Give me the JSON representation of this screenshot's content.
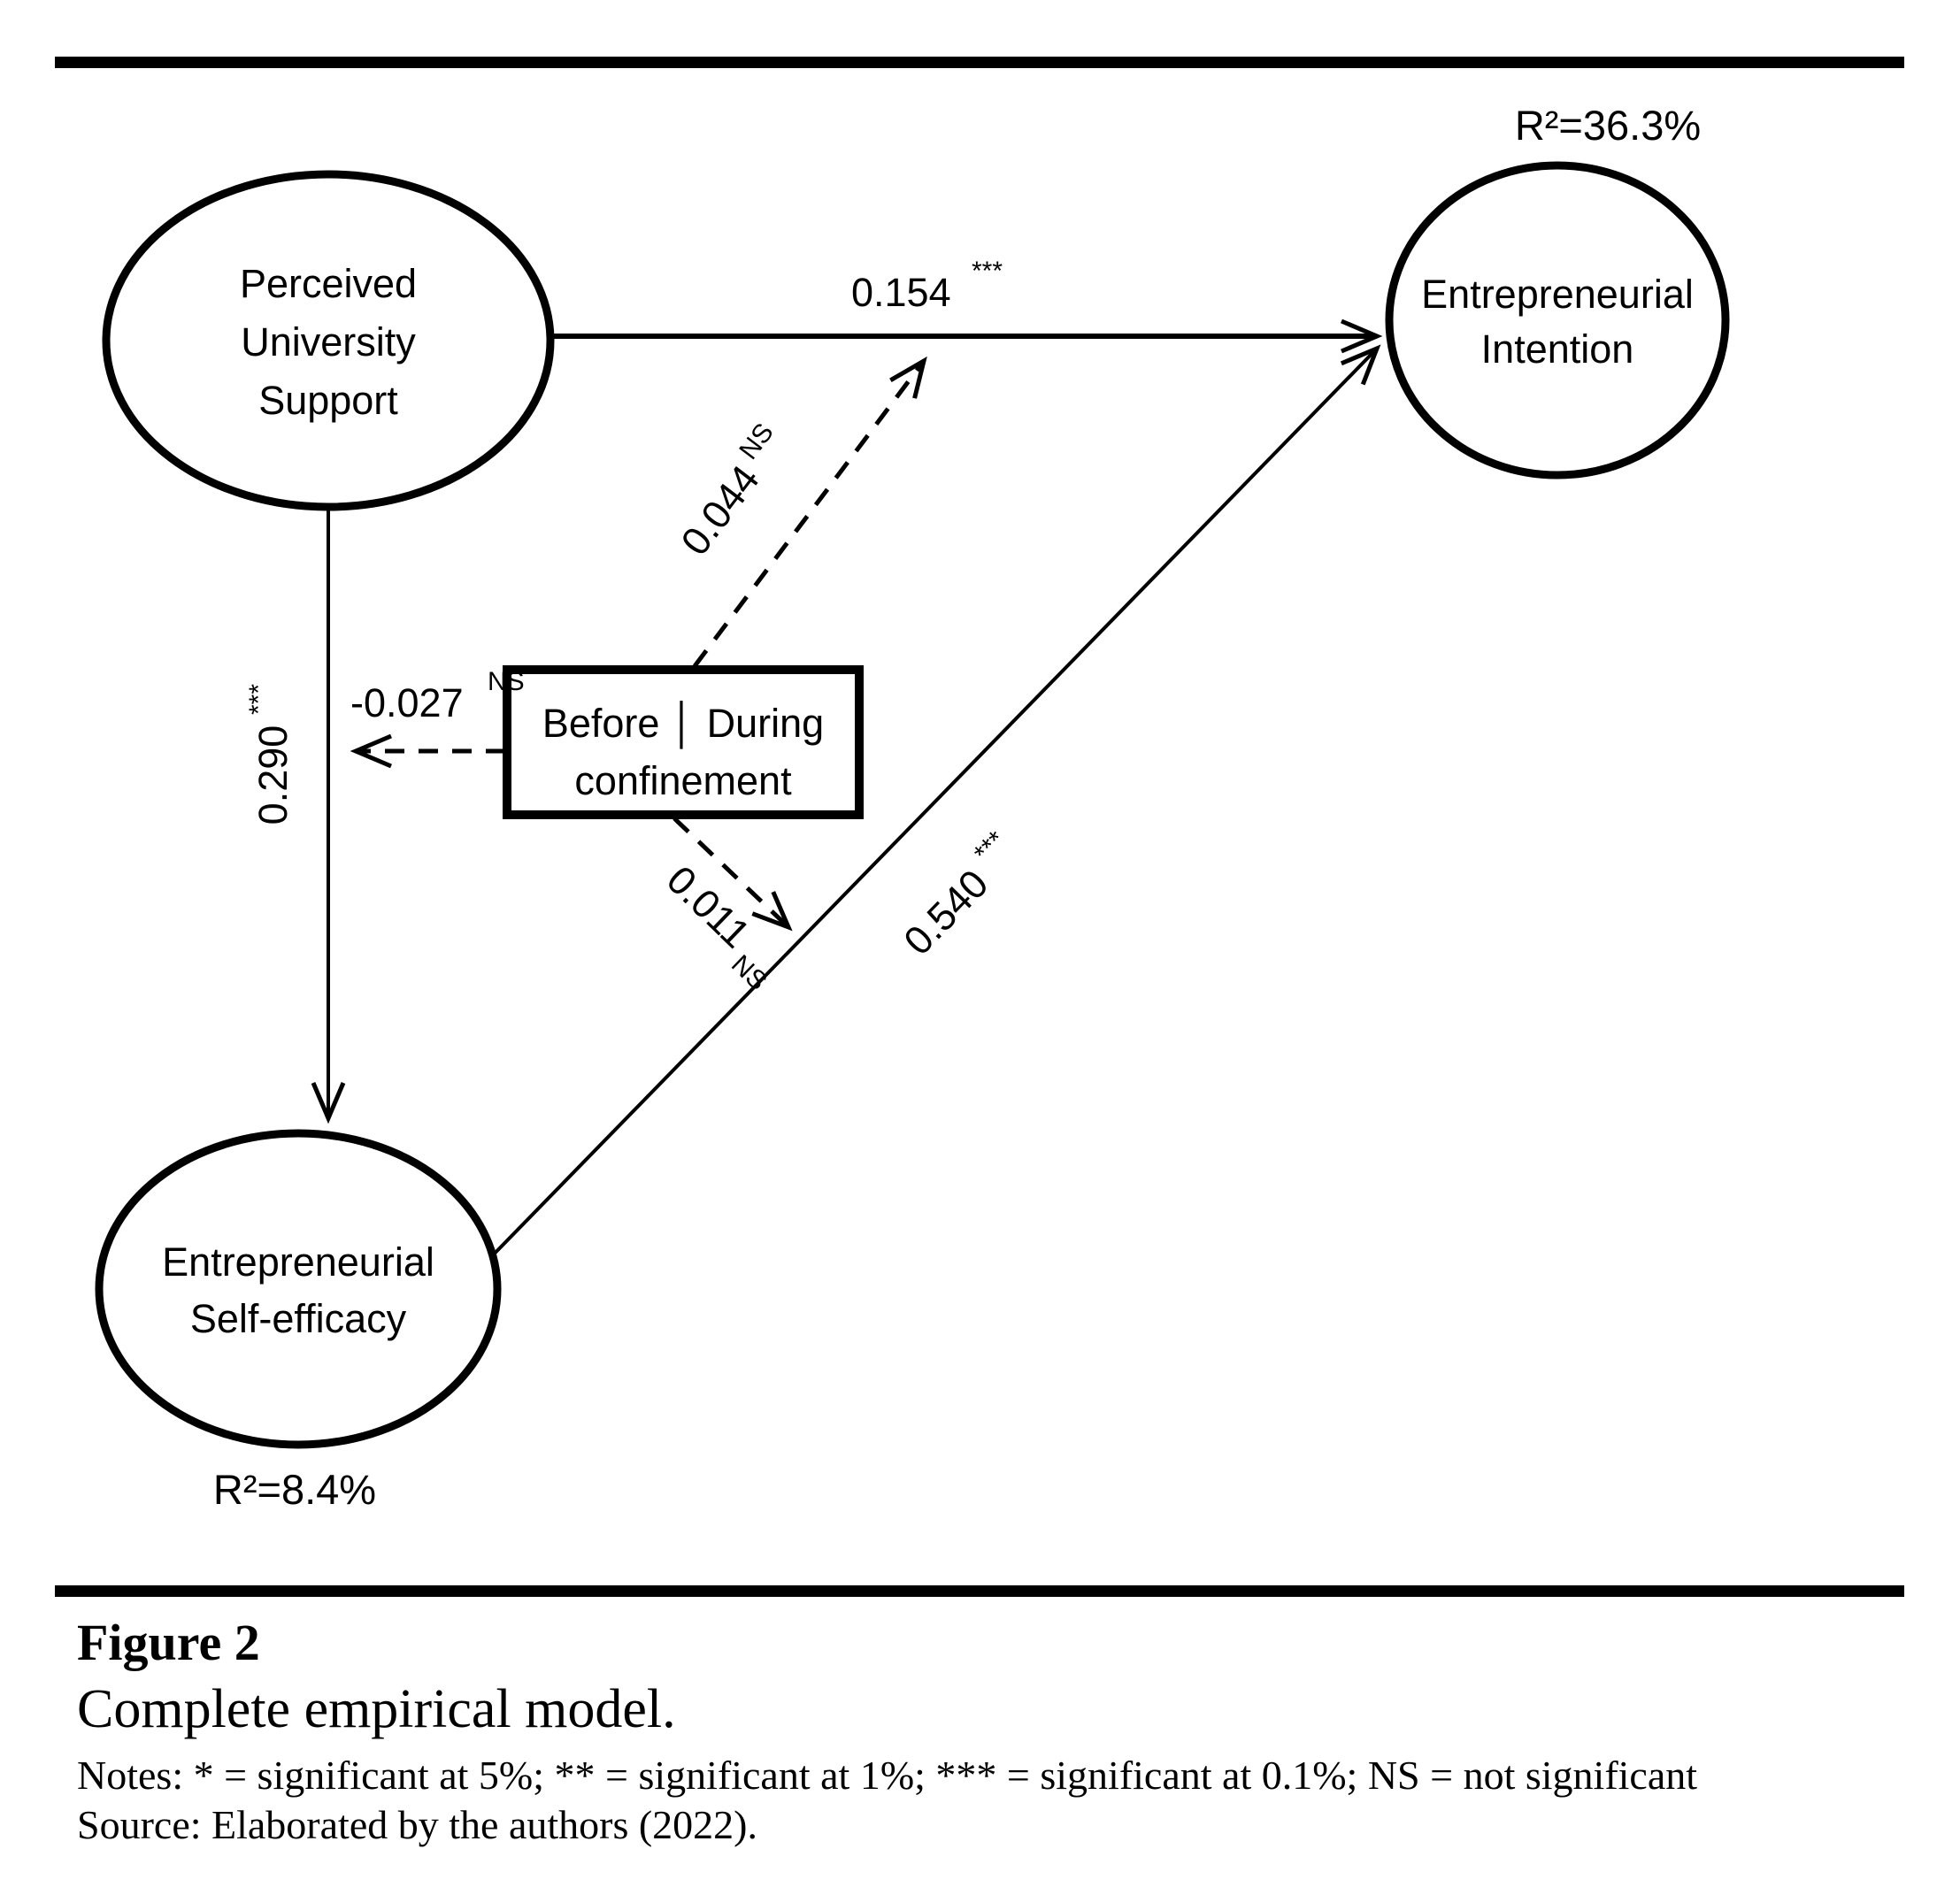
{
  "figure": {
    "r2_intention": "R²=36.3%",
    "r2_self_efficacy": "R²=8.4%",
    "nodes": {
      "perceived_university_support": {
        "line1": "Perceived",
        "line2": "University",
        "line3": "Support"
      },
      "entrepreneurial_intention": {
        "line1": "Entrepreneurial",
        "line2": "Intention"
      },
      "entrepreneurial_self_efficacy": {
        "line1": "Entrepreneurial",
        "line2": "Self-efficacy"
      }
    },
    "moderator": {
      "line1": "Before │ During",
      "line2": "confinement"
    },
    "paths": {
      "pus_to_ei": {
        "value": "0.154",
        "sig": "***"
      },
      "pus_to_ese": {
        "value": "0.290",
        "sig": "***"
      },
      "ese_to_ei": {
        "value": "0.540",
        "sig": "***"
      },
      "mod_on_pus_ei": {
        "value": "0.044",
        "sig": "NS"
      },
      "mod_on_pus_ese": {
        "value": "-0.027",
        "sig": "NS"
      },
      "mod_on_ese_ei": {
        "value": "0.011",
        "sig": "NS"
      }
    }
  },
  "caption": {
    "label": "Figure 2",
    "title": "Complete empirical model.",
    "notes": "Notes: * = significant at 5%; ** = significant at 1%; *** = significant at 0.1%; NS = not significant",
    "source": "Source: Elaborated by the authors (2022)."
  },
  "colors": {
    "ink": "#000000",
    "background": "#ffffff"
  }
}
